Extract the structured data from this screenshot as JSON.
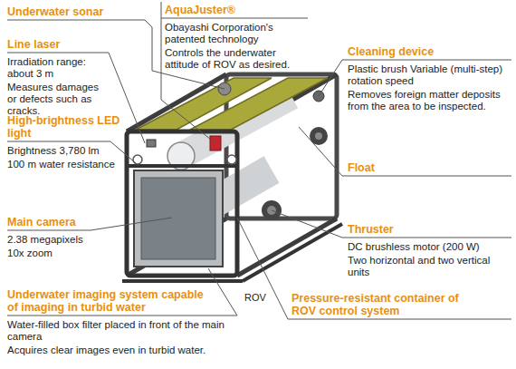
{
  "diagram": {
    "labels": [
      "Underwater sonar",
      "AquaJuster®",
      "Obayashi Corporation's patented technology",
      "Controls the underwater attitude of ROV as desired.",
      "Line laser",
      "Irradiation range: about 3 m",
      "Measures damages or defects such as cracks.",
      "High-brightness LED light",
      "Brightness 3,780 lm",
      "100 m water resistance",
      "Main camera",
      "2.38 megapixels",
      "10x zoom",
      "Underwater imaging system capable of imaging in turbid water",
      "Water-filled box filter placed in front of the main camera",
      "Acquires clear images even in turbid water.",
      "Cleaning device",
      "Plastic brush Variable (multi-step) rotation speed",
      "Removes foreign matter deposits from the area to be inspected.",
      "Float",
      "Thruster",
      "DC brushless motor (200 W)",
      "Two horizontal and two vertical units",
      "ROV",
      "Pressure-resistant container of ROV control system"
    ]
  }
}
